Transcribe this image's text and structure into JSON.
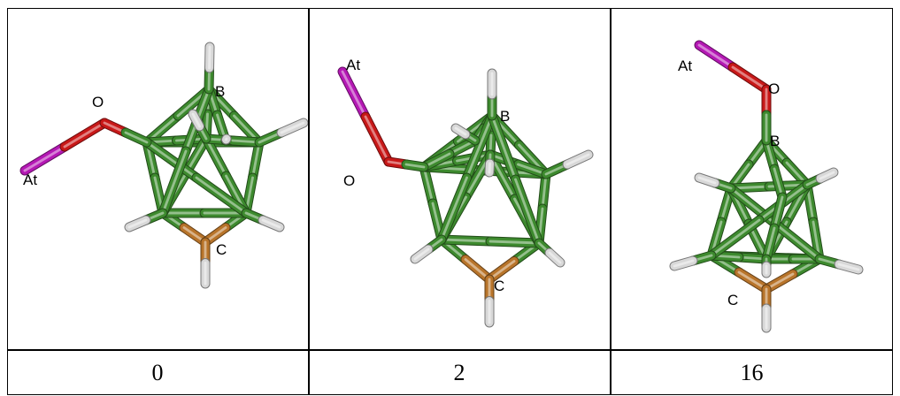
{
  "panels": [
    {
      "value": "0",
      "labels": {
        "at": "At",
        "o": "O",
        "b": "B",
        "c": "C"
      }
    },
    {
      "value": "2",
      "labels": {
        "at": "At",
        "o": "O",
        "b": "B",
        "c": "C"
      }
    },
    {
      "value": "16",
      "labels": {
        "at": "At",
        "o": "O",
        "b": "B",
        "c": "C"
      }
    }
  ],
  "colors": {
    "boron": "#3d8a2e",
    "hydrogen": "#d8d8d8",
    "oxygen": "#c81818",
    "astatine": "#b418b4",
    "carbon": "#b8742a",
    "grid": "#000000"
  }
}
